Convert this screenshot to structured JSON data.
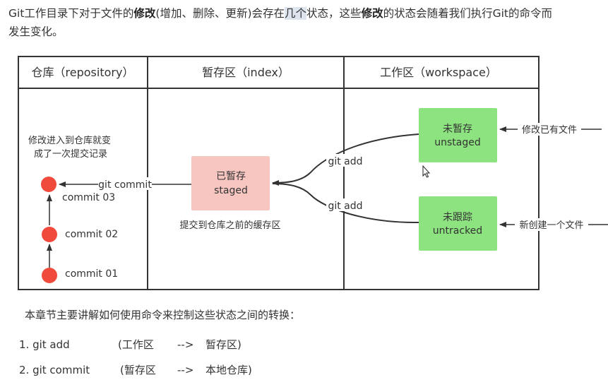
{
  "intro": {
    "p1": "Git工作目录下对于文件的",
    "b1": "修改",
    "p2": "(增加、删除、更新)会存在",
    "hl": "几个",
    "p3": "状态，这些",
    "b2": "修改",
    "p4": "的状态会随着我们执行Git的命令而",
    "line2": "发生变化。"
  },
  "diagram": {
    "headers": {
      "repository": "仓库（repository）",
      "index": "暂存区（index）",
      "workspace": "工作区（workspace）"
    },
    "repo_note_1": "修改进入到仓库就变",
    "repo_note_2": "成了一次提交记录",
    "commits": [
      "commit  03",
      "commit  02",
      "commit  01"
    ],
    "staged_box": {
      "line1": "已暂存",
      "line2": "staged"
    },
    "staged_note": "提交到仓库之前的缓存区",
    "unstaged_box": {
      "line1": "未暂存",
      "line2": "unstaged"
    },
    "untracked_box": {
      "line1": "未跟踪",
      "line2": "untracked"
    },
    "edges": {
      "git_commit": "git commit",
      "git_add_upper": "git add",
      "git_add_lower": "git add",
      "modify_existing": "修改已有文件",
      "create_new": "新创建一个文件"
    },
    "colors": {
      "commit_dot": "#f04a3c",
      "staged_fill": "#f7c6c1",
      "green_fill": "#8de37f",
      "frame": "#333333"
    }
  },
  "summary": "本章节主要讲解如何使用命令来控制这些状态之间的转换：",
  "list": [
    {
      "cmd": "1. git add",
      "from": "(工作区",
      "arrow": "-->",
      "to": "暂存区)"
    },
    {
      "cmd": "2. git commit",
      "from": "(暂存区",
      "arrow": "-->",
      "to": "本地仓库)"
    }
  ]
}
